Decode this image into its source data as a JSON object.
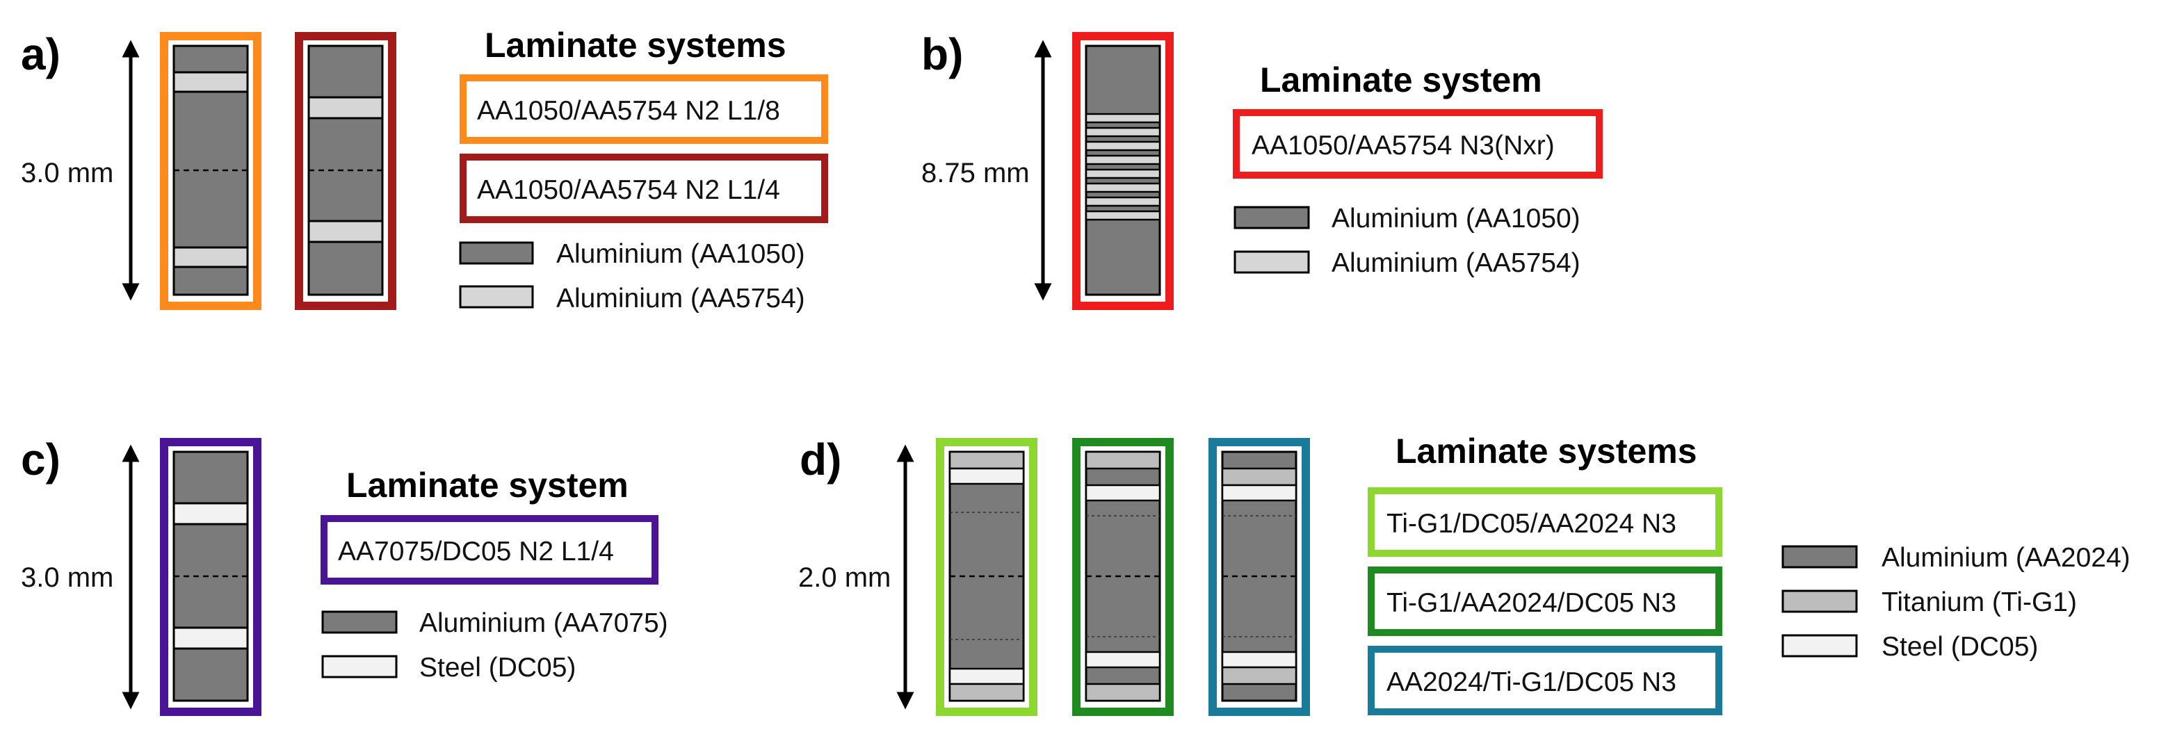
{
  "colors": {
    "aluminium": "#7b7b7b",
    "light_aluminium": "#d6d6d6",
    "titanium": "#bdbdbd",
    "steel": "#f2f2f2",
    "orange": "#ff8a1c",
    "dark_red": "#a31a1a",
    "red": "#ee1c1c",
    "purple": "#4b1396",
    "light_green": "#8ed630",
    "dark_green": "#1f8a1f",
    "teal": "#1a7a9a"
  },
  "panels": {
    "a": {
      "label": "a)",
      "thickness": "3.0 mm",
      "title": "Laminate systems",
      "systems": [
        "AA1050/AA5754 N2 L1/8",
        "AA1050/AA5754 N2 L1/4"
      ],
      "legend": [
        "Aluminium (AA1050)",
        "Aluminium (AA5754)"
      ]
    },
    "b": {
      "label": "b)",
      "thickness": "8.75 mm",
      "title": "Laminate system",
      "systems": [
        "AA1050/AA5754 N3(Nxr)"
      ],
      "legend": [
        "Aluminium (AA1050)",
        "Aluminium (AA5754)"
      ]
    },
    "c": {
      "label": "c)",
      "thickness": "3.0 mm",
      "title": "Laminate system",
      "systems": [
        "AA7075/DC05 N2 L1/4"
      ],
      "legend": [
        "Aluminium (AA7075)",
        "Steel (DC05)"
      ]
    },
    "d": {
      "label": "d)",
      "thickness": "2.0 mm",
      "title": "Laminate systems",
      "systems": [
        "Ti-G1/DC05/AA2024 N3",
        "Ti-G1/AA2024/DC05 N3",
        "AA2024/Ti-G1/DC05 N3"
      ],
      "legend": [
        "Aluminium (AA2024)",
        "Titanium (Ti-G1)",
        "Steel (DC05)"
      ]
    }
  }
}
